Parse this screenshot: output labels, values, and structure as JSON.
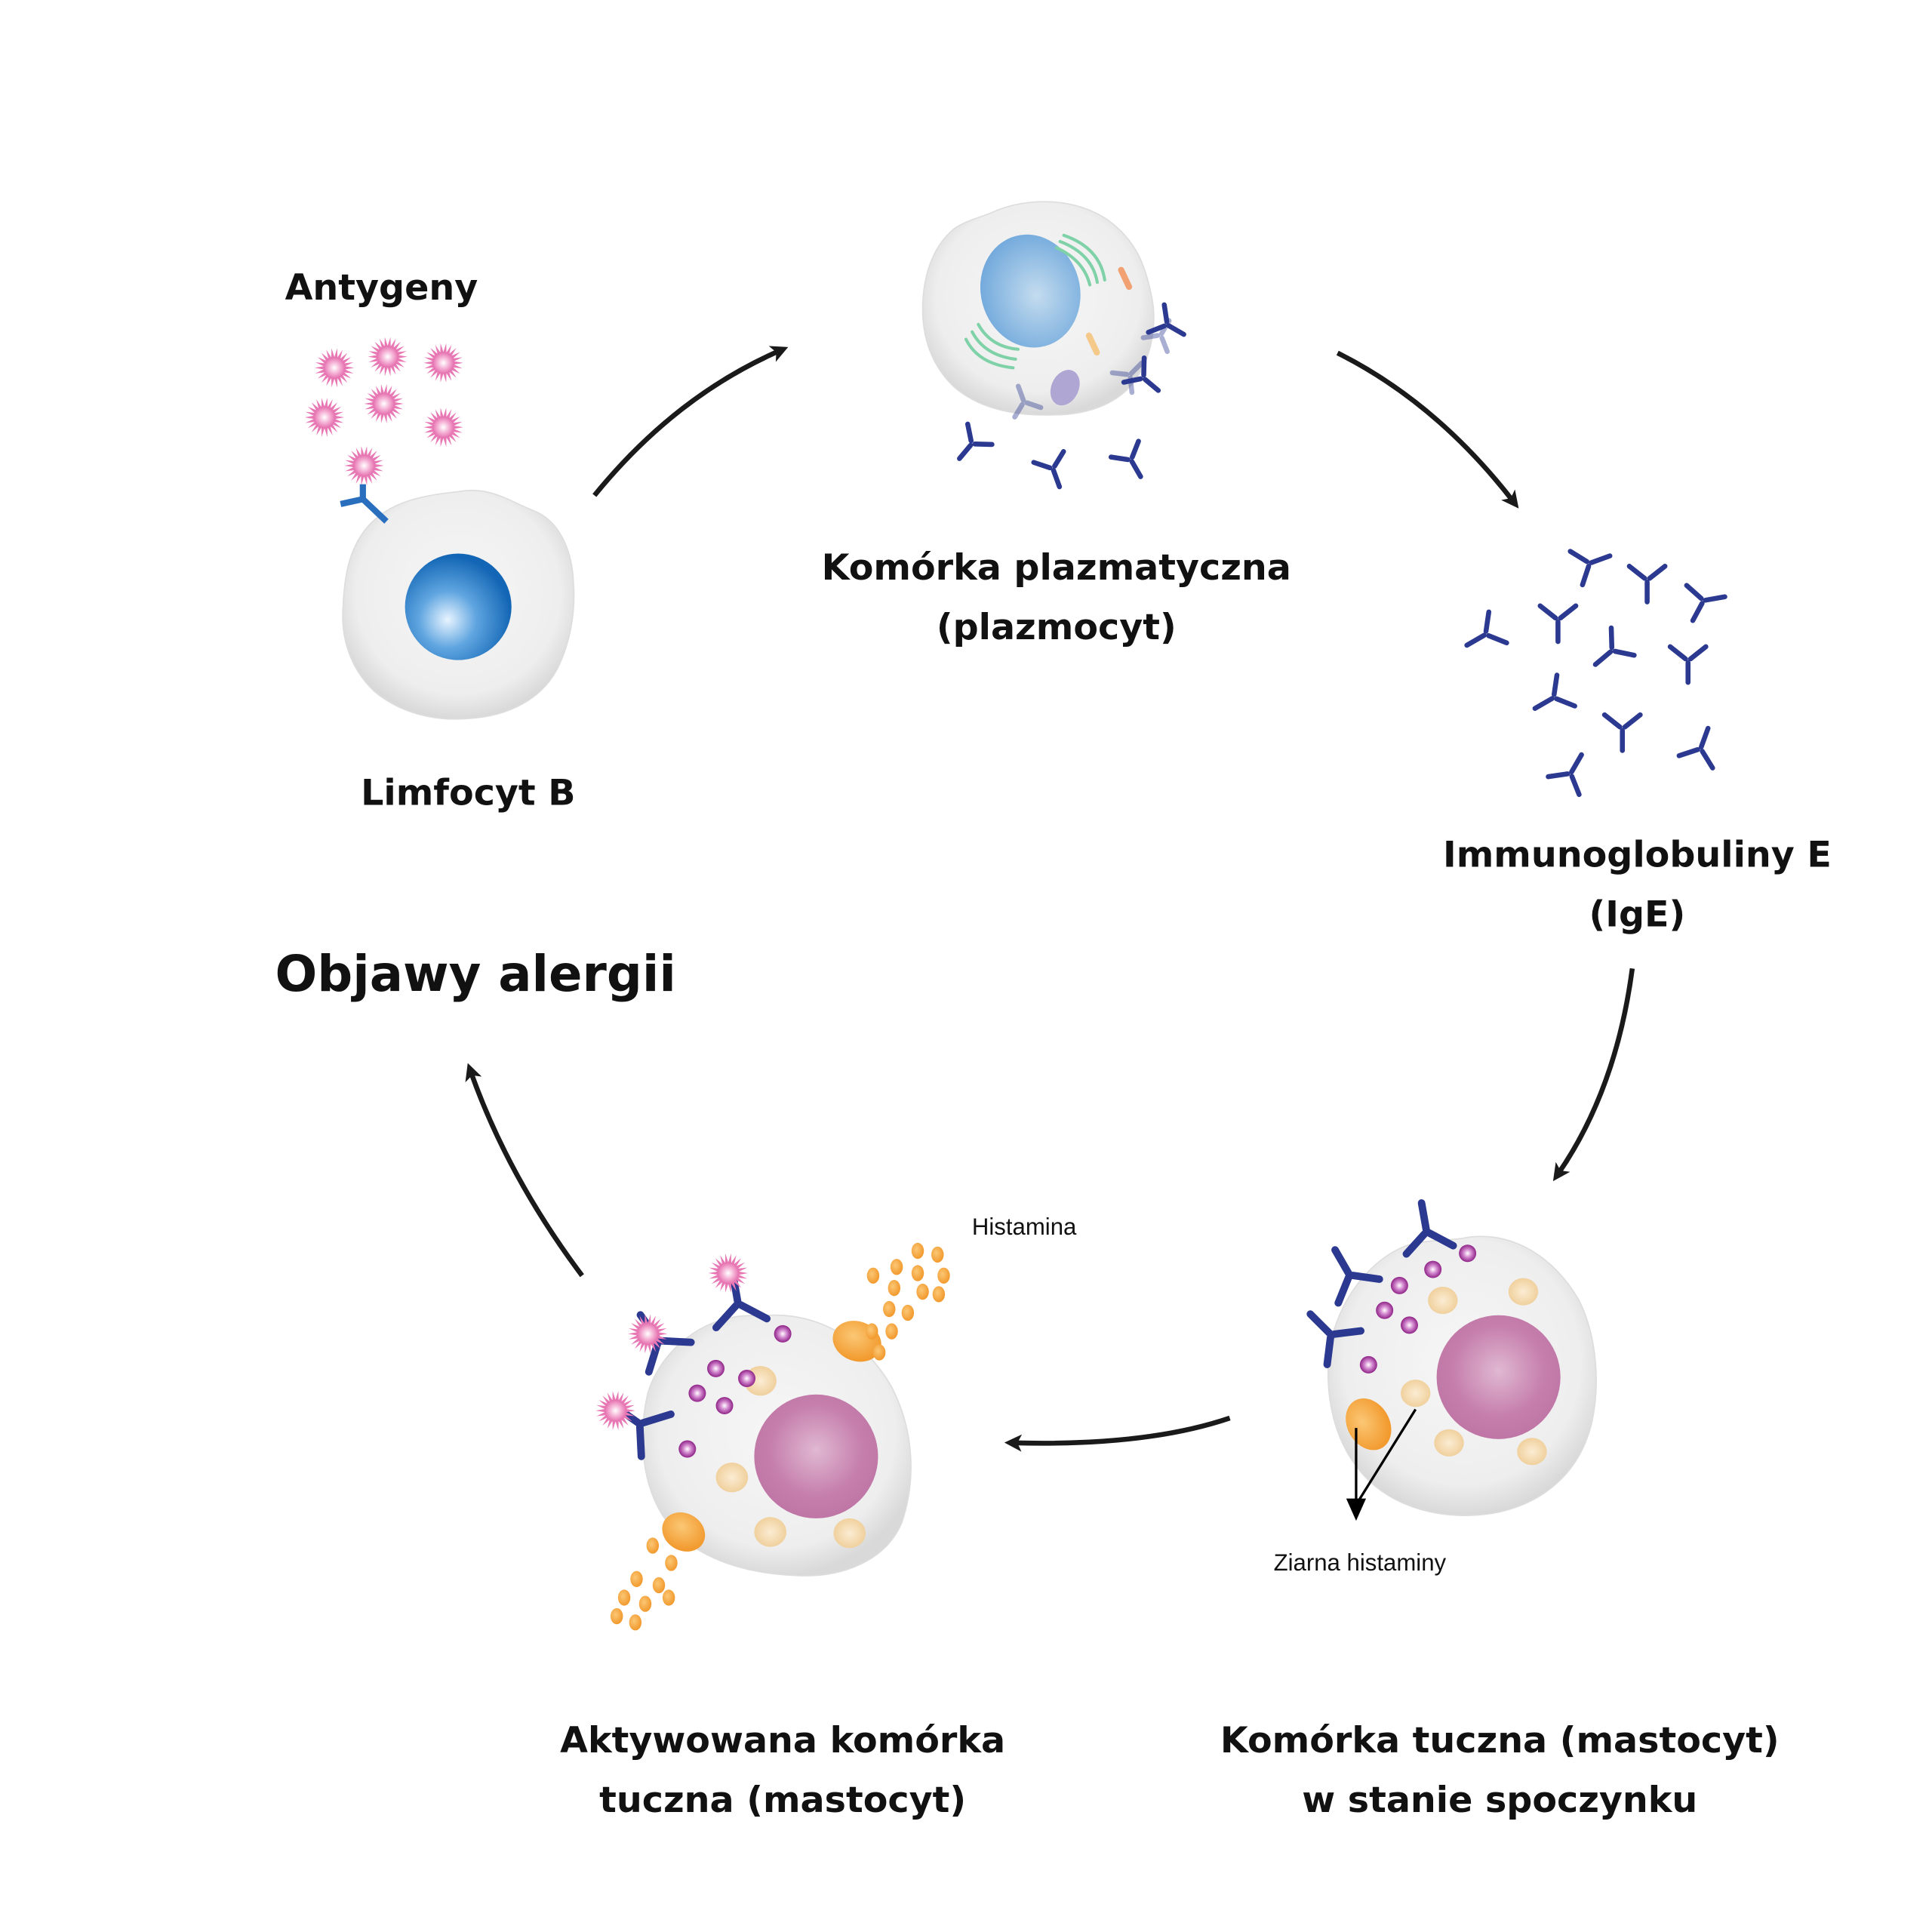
{
  "title": "Mechanizm reakcji alergicznej",
  "colors": {
    "antibody": "#2b3990",
    "antibody_light": "#1e73be",
    "antigen": "#e879b5",
    "nucleus_blue": "#1573c2",
    "nucleus_plasma": "#7bb0e0",
    "nucleus_mast": "#c77fae",
    "histamine": "#f5a23c",
    "granule_pale": "#f2d6a6",
    "granule_purple": "#9b2b93",
    "cell": "#eeeeee",
    "arrow": "#1a1a1a",
    "symptoms": "#cb86b0"
  },
  "labels": {
    "antigens": "Antygeny",
    "b_cell": "Limfocyt B",
    "plasma_cell_line1": "Komórka plazmatyczna",
    "plasma_cell_line2": "(plazmocyt)",
    "ige_line1": "Immunoglobuliny E",
    "ige_line2": "(IgE)",
    "resting_mast_line1": "Komórka tuczna (mastocyt)",
    "resting_mast_line2": "w stanie spoczynku",
    "histamine_granules": "Ziarna histaminy",
    "histamine": "Histamina",
    "activated_mast_line1": "Aktywowana komórka",
    "activated_mast_line2": "tuczna (mastocyt)",
    "symptoms": "Objawy alergii"
  },
  "flow": [
    {
      "from": "Limfocyt B",
      "to": "Komórka plazmatyczna"
    },
    {
      "from": "Komórka plazmatyczna",
      "to": "Immunoglobuliny E"
    },
    {
      "from": "Immunoglobuliny E",
      "to": "Komórka tuczna w stanie spoczynku"
    },
    {
      "from": "Komórka tuczna w stanie spoczynku",
      "to": "Aktywowana komórka tuczna"
    },
    {
      "from": "Aktywowana komórka tuczna",
      "to": "Objawy alergii"
    }
  ]
}
